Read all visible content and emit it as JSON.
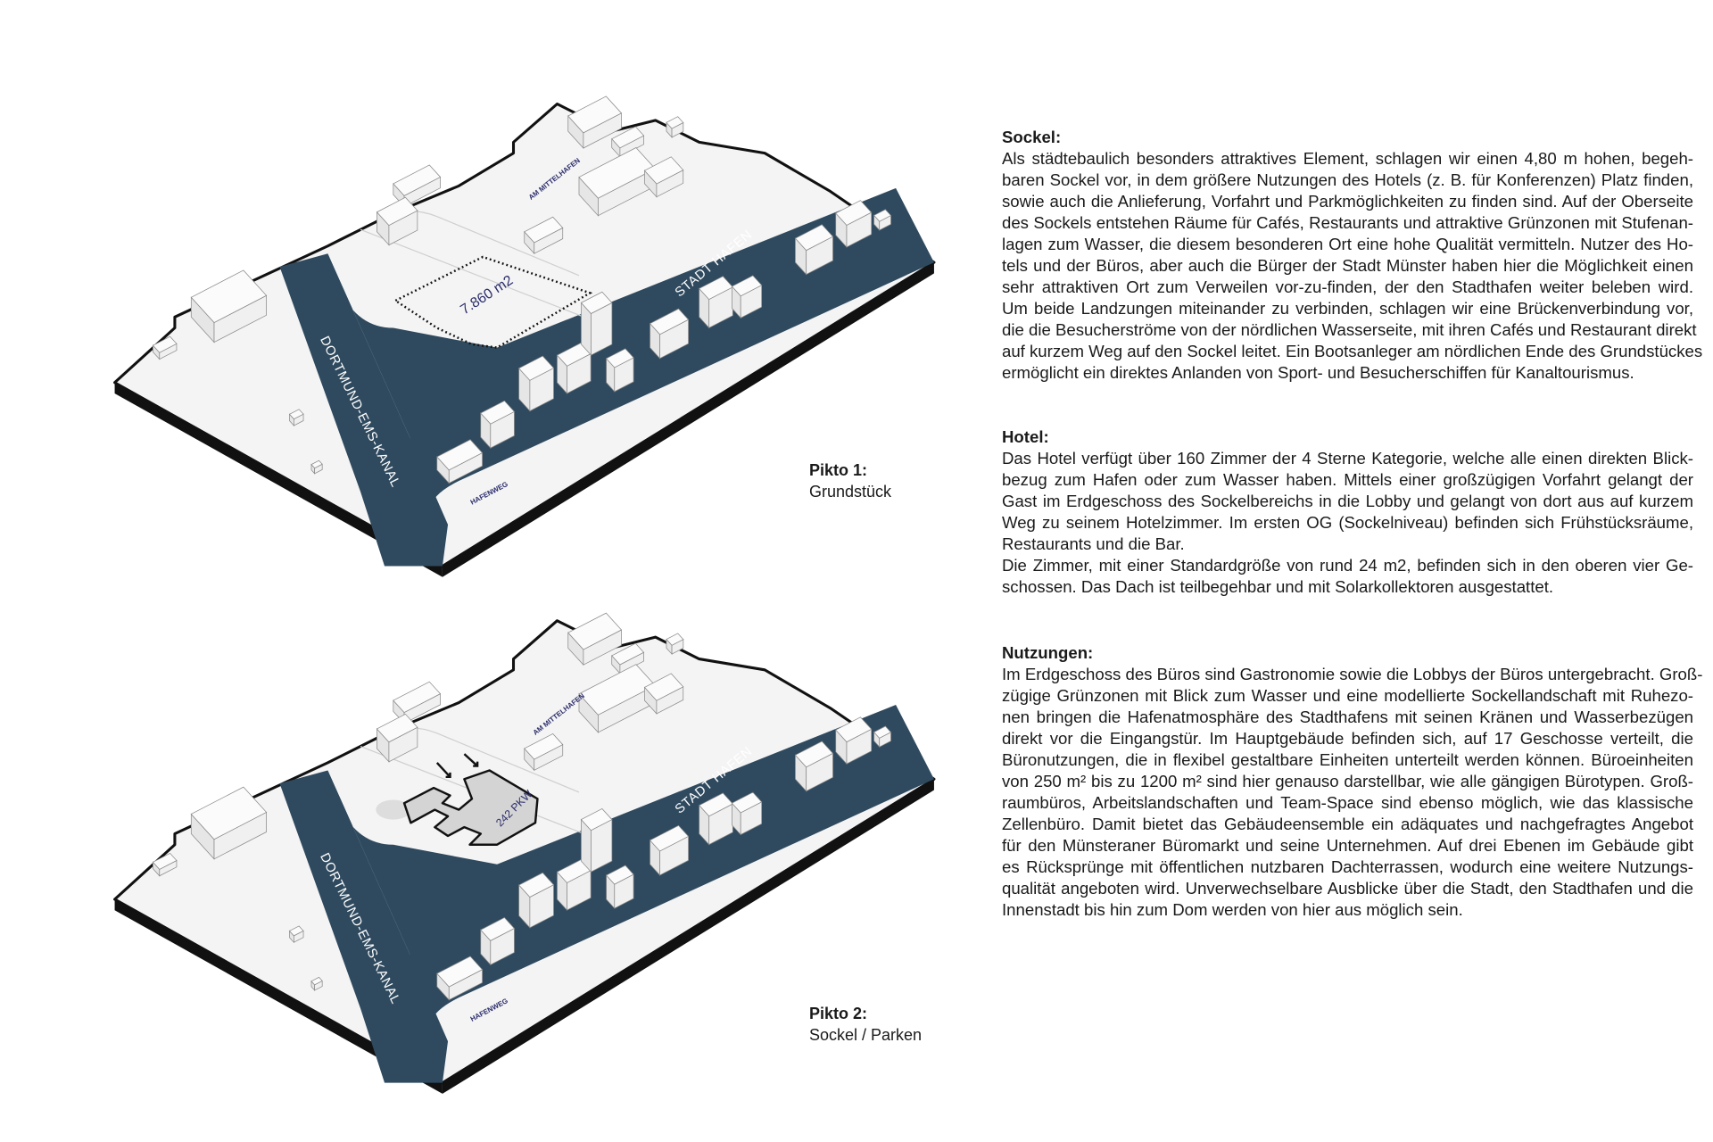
{
  "diagrams": [
    {
      "street_north": "AM MITTELHAFEN",
      "street_south": "HAFENWEG",
      "canal": "DORTMUND-EMS-KANAL",
      "harbor": "STADT HAFEN",
      "area_label": "7.860 m2",
      "caption_title": "Pikto 1:",
      "caption_sub": "Grundstück"
    },
    {
      "street_north": "AM MITTELHAFEN",
      "street_south": "HAFENWEG",
      "canal": "DORTMUND-EMS-KANAL",
      "harbor": "STADT HAFEN",
      "area_label": "242 PKW",
      "caption_title": "Pikto 2:",
      "caption_sub": "Sockel / Parken"
    }
  ],
  "colors": {
    "water": "#2f4a5f",
    "parking": "#d4d4d4",
    "street_text": "#2b2d6b"
  },
  "sections": [
    {
      "title": "Sockel:",
      "lines": [
        "Als städtebaulich besonders attraktives  Element, schlagen wir einen 4,80 m hohen, begeh-",
        "baren Sockel vor, in dem größere Nutzungen des Hotels (z. B. für Konferenzen) Platz finden,",
        "sowie auch die Anlieferung, Vorfahrt und Parkmöglichkeiten zu finden sind. Auf der Oberseite",
        "des Sockels entstehen Räume für Cafés, Restaurants und attraktive Grünzonen mit Stufenan-",
        "lagen zum Wasser, die diesem besonderen Ort eine hohe Qualität vermitteln. Nutzer des Ho-",
        "tels und der Büros, aber auch die Bürger der Stadt Münster haben hier die Möglichkeit einen",
        "sehr attraktiven Ort zum Verweilen vor-zu-finden, der den Stadthafen weiter beleben wird.",
        "Um beide Landzungen miteinander zu verbinden, schlagen wir eine Brückenverbindung vor,",
        "die die Besucherströme von der nördlichen Wasserseite, mit ihren Cafés und Restaurant direkt",
        "auf kurzem Weg auf den Sockel leitet. Ein Bootsanleger am nördlichen Ende des Grundstückes",
        "ermöglicht ein direktes Anlanden von Sport- und Besucherschiffen für Kanaltourismus."
      ]
    },
    {
      "title": "Hotel:",
      "lines": [
        "Das Hotel verfügt über 160 Zimmer der 4 Sterne Kategorie, welche alle einen direkten Blick-",
        "bezug zum Hafen oder zum Wasser haben. Mittels einer großzügigen Vorfahrt gelangt der",
        "Gast im Erdgeschoss des Sockelbereichs in die Lobby und gelangt von dort aus auf kurzem",
        "Weg zu seinem Hotelzimmer. Im ersten OG (Sockelniveau) befinden sich Frühstücksräume,",
        "Restaurants und die Bar.",
        "Die Zimmer, mit einer Standardgröße von rund 24 m2, befinden sich in den oberen vier Ge-",
        "schossen. Das Dach ist teilbegehbar und mit Solarkollektoren ausgestattet."
      ]
    },
    {
      "title": "Nutzungen:",
      "lines": [
        "Im Erdgeschoss des Büros sind Gastronomie sowie die Lobbys der Büros untergebracht. Groß-",
        "zügige Grünzonen mit Blick zum Wasser und eine modellierte Sockellandschaft mit Ruhezo-",
        "nen bringen die Hafenatmosphäre des Stadthafens mit seinen Kränen und Wasserbezügen",
        "direkt vor die Eingangstür. Im Hauptgebäude befinden sich, auf 17 Geschosse verteilt, die",
        "Büronutzungen, die in flexibel gestaltbare Einheiten unterteilt werden können. Büroeinheiten",
        "von 250 m² bis zu 1200 m² sind hier genauso darstellbar, wie alle gängigen Bürotypen. Groß-",
        "raumbüros, Arbeitslandschaften und Team-Space sind ebenso möglich, wie das klassische",
        "Zellenbüro. Damit bietet das Gebäudeensemble ein adäquates und nachgefragtes Angebot",
        "für den Münsteraner Büromarkt und seine Unternehmen. Auf drei Ebenen im Gebäude gibt",
        "es Rücksprünge mit öffentlichen nutzbaren Dachterrassen, wodurch eine weitere Nutzungs-",
        "qualität angeboten wird. Unverwechselbare Ausblicke über die Stadt, den Stadthafen und die",
        "Innenstadt bis hin zum Dom werden von hier aus möglich sein."
      ]
    }
  ]
}
